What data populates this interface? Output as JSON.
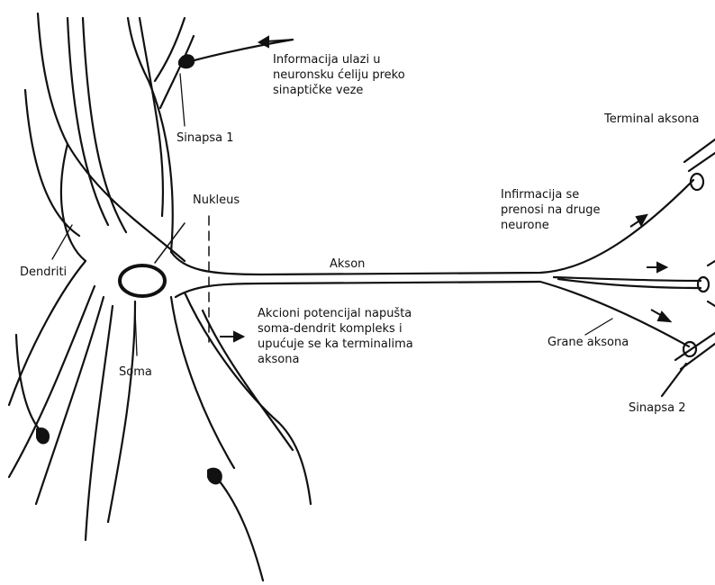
{
  "labels": {
    "info_in": "Informacija ulazi u\nneuronsku ćeliju preko\nsinaptičke veze",
    "synapse1": "Sinapsa 1",
    "terminal": "Terminal aksona",
    "nucleus": "Nukleus",
    "info_out": "Infirmacija se\nprenosi na druge\nneurone",
    "dendrites": "Dendriti",
    "axon": "Akson",
    "action_potential": "Akcioni potencijal napušta\nsoma-dendrit kompleks i\nupućuje se ka terminalima\naksona",
    "branches": "Grane aksona",
    "soma": "Soma",
    "synapse2": "Sinapsa 2"
  },
  "colors": {
    "ink": "#111111",
    "background": "#ffffff"
  }
}
